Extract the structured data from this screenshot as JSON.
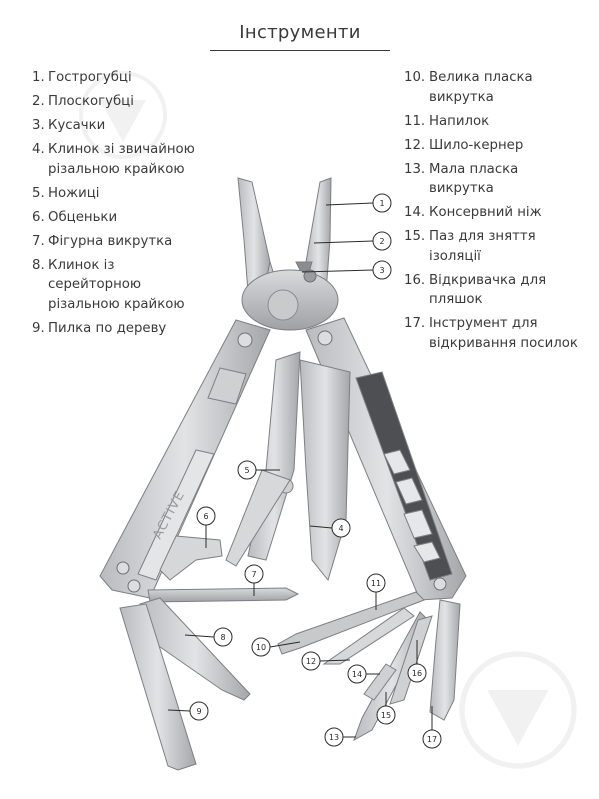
{
  "title": "Інструменти",
  "legend_left": [
    {
      "n": "1.",
      "label": "Гострогубці"
    },
    {
      "n": "2.",
      "label": "Плоскогубці"
    },
    {
      "n": "3.",
      "label": "Кусачки"
    },
    {
      "n": "4.",
      "label": "Клинок зі звичайною\nрізальною крайкою"
    },
    {
      "n": "5.",
      "label": "Ножиці"
    },
    {
      "n": "6.",
      "label": "Обценьки"
    },
    {
      "n": "7.",
      "label": "Фігурна викрутка"
    },
    {
      "n": "8.",
      "label": "Клинок із\nсерейторною\nрізальною крайкою"
    },
    {
      "n": "9.",
      "label": "Пилка по дереву"
    }
  ],
  "legend_right": [
    {
      "n": "10.",
      "label": "Велика пласка\nвикрутка"
    },
    {
      "n": "11.",
      "label": "Напилок"
    },
    {
      "n": "12.",
      "label": "Шило-кернер"
    },
    {
      "n": "13.",
      "label": "Мала пласка\nвикрутка"
    },
    {
      "n": "14.",
      "label": "Консервний ніж"
    },
    {
      "n": "15.",
      "label": "Паз для зняття\nізоляції"
    },
    {
      "n": "16.",
      "label": "Відкривачка для\nпляшок"
    },
    {
      "n": "17.",
      "label": "Інструмент для\nвідкривання посилок"
    }
  ],
  "brand_engraving": "ACTIVE",
  "callouts": [
    "1",
    "2",
    "3",
    "4",
    "5",
    "6",
    "7",
    "8",
    "9",
    "10",
    "11",
    "12",
    "13",
    "14",
    "15",
    "16",
    "17"
  ],
  "colors": {
    "text": "#3a3a3a",
    "steel_light": "#d4d5d7",
    "steel_mid": "#a9abae",
    "steel_dark": "#6e7074",
    "watermark": "#f1f1f1"
  },
  "icons": [
    "multitool-illustration",
    "watermark-triangle-icon"
  ]
}
